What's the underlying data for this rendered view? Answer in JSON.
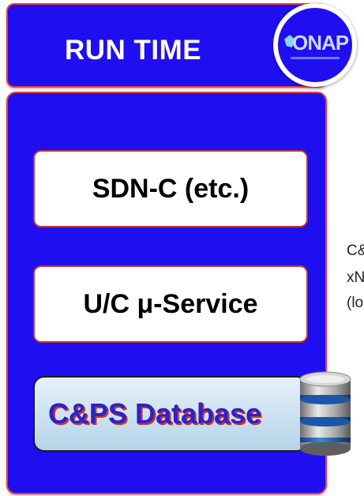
{
  "header": {
    "title": "RUN TIME"
  },
  "logo": {
    "text": "ONAP",
    "icon": "onap-logo"
  },
  "boxes": [
    {
      "label": "SDN-C (etc.)"
    },
    {
      "label": "U/C μ-Service"
    }
  ],
  "database": {
    "label": "C&PS Database",
    "icon": "database-icon"
  },
  "side_text": [
    "C&",
    "xN",
    "(lo"
  ],
  "colors": {
    "blue": "#1f0ff0",
    "red_border": "#e8403a",
    "db_text": "#2a23c8"
  }
}
